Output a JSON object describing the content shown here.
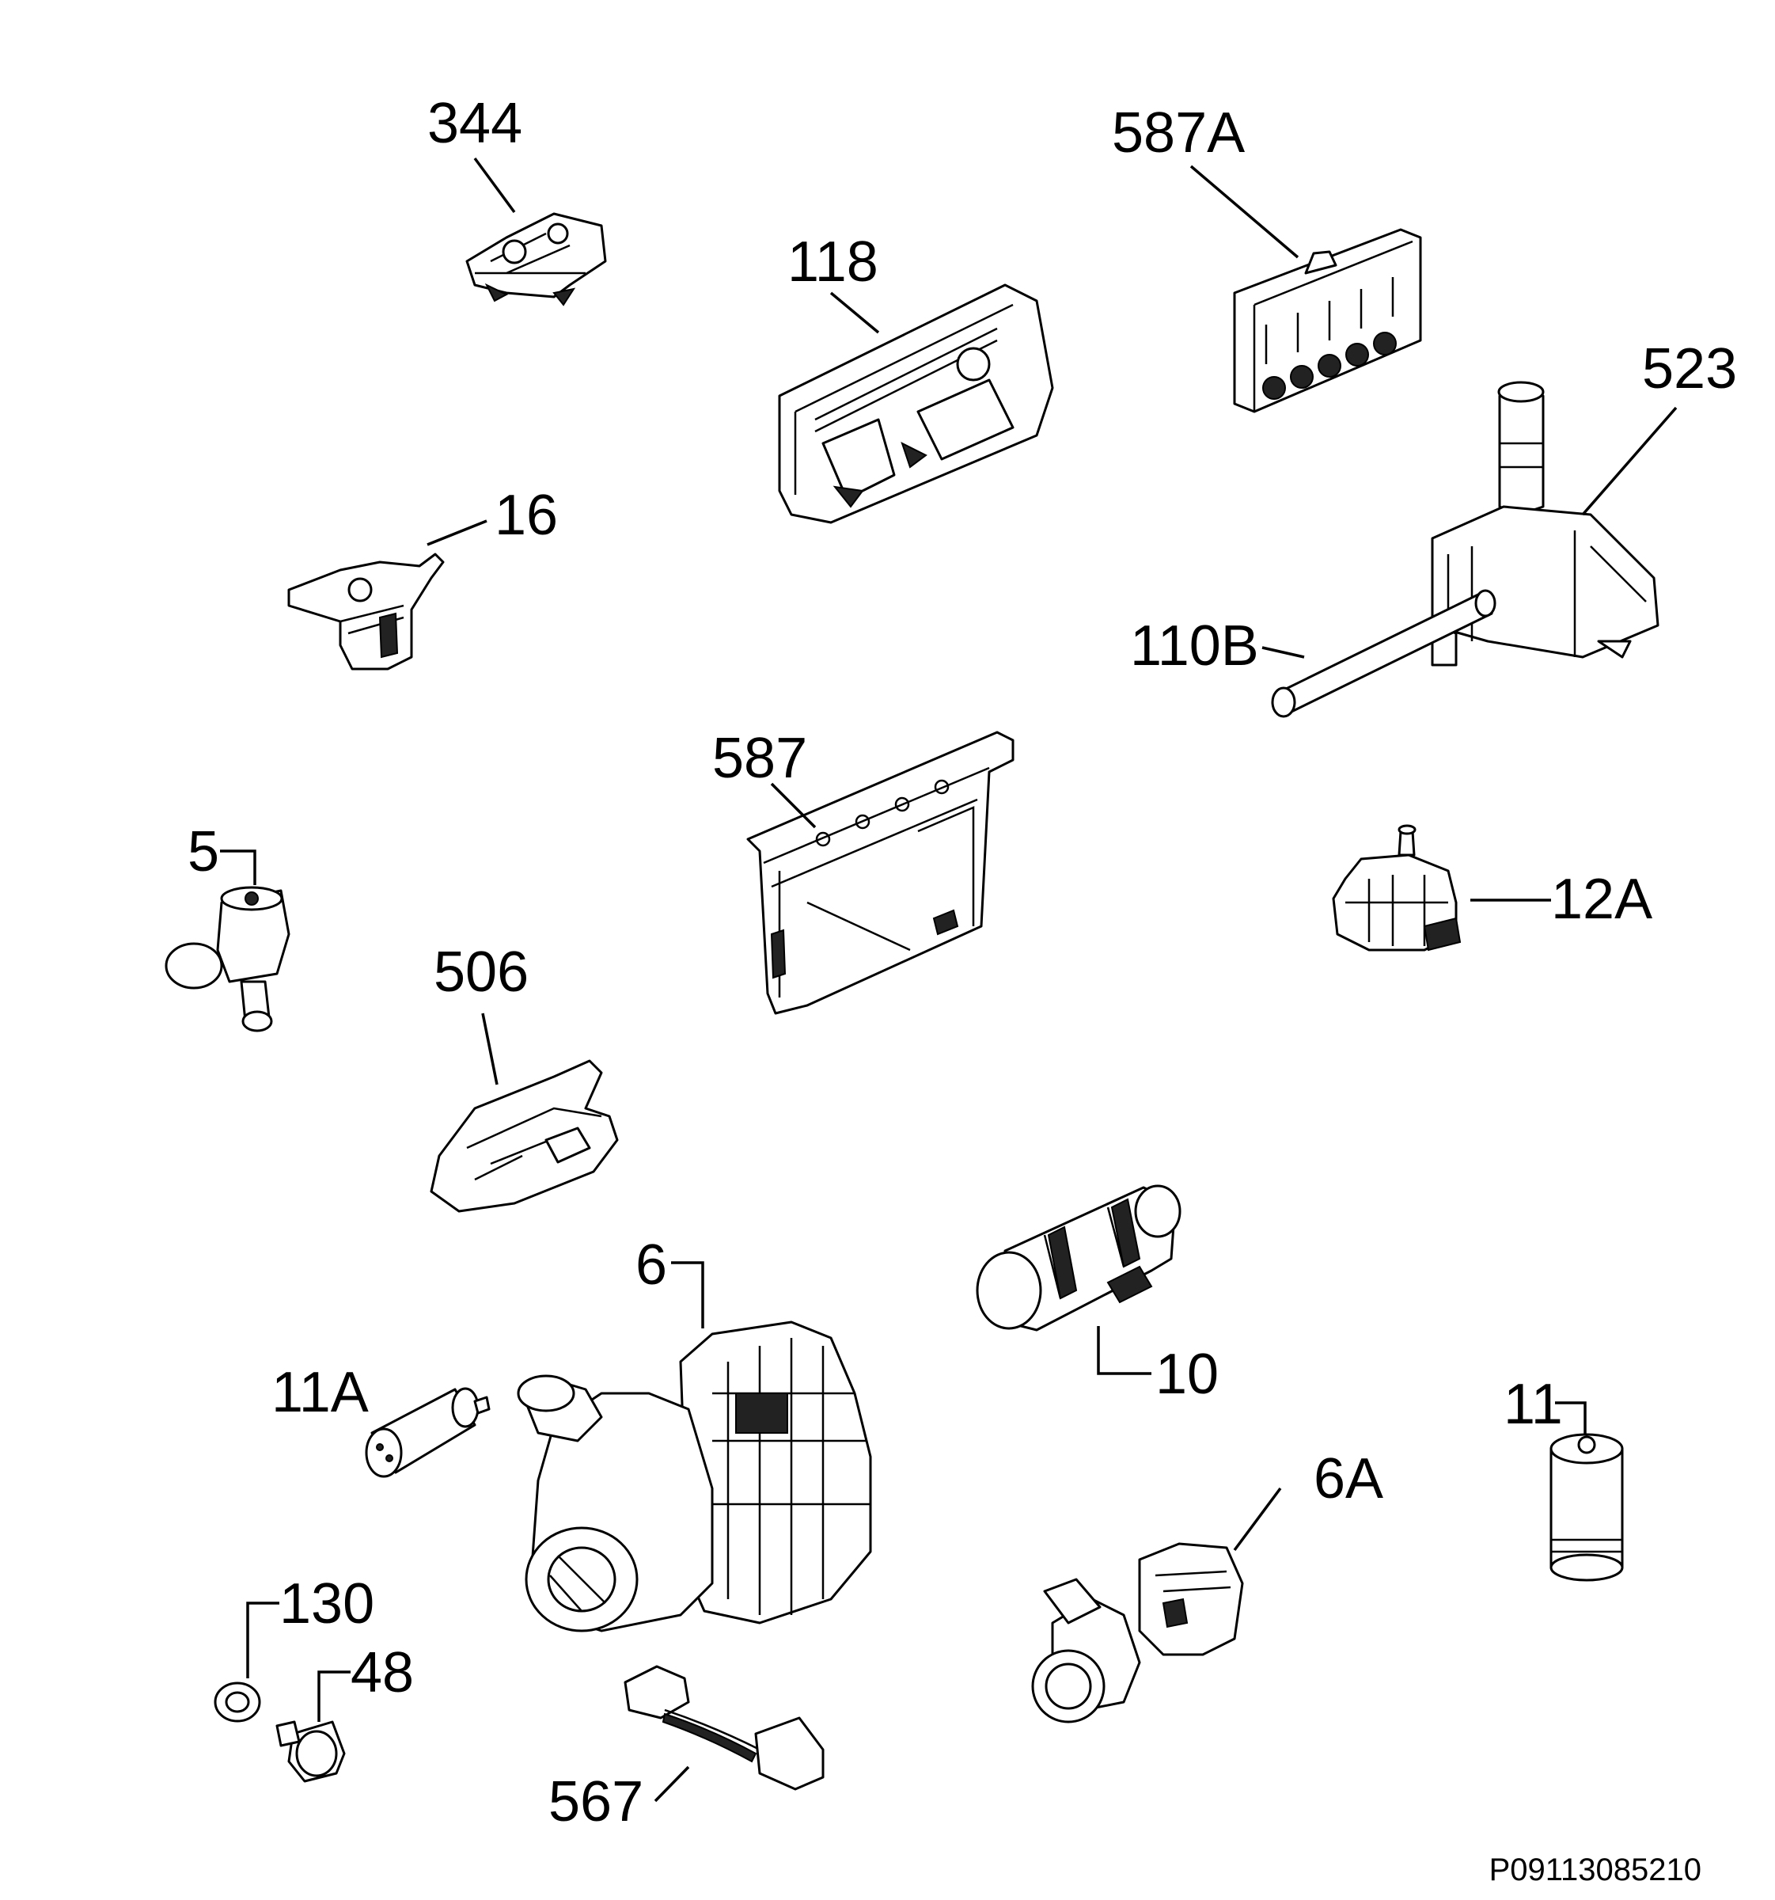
{
  "diagram": {
    "drawing_code": "P09113085210",
    "labels": {
      "p344": "344",
      "p587A": "587A",
      "p118": "118",
      "p523": "523",
      "p16": "16",
      "p110B": "110B",
      "p587": "587",
      "p5": "5",
      "p12A": "12A",
      "p506": "506",
      "p6": "6",
      "p10": "10",
      "p11A": "11A",
      "p11": "11",
      "p6A": "6A",
      "p130": "130",
      "p48": "48",
      "p567": "567"
    }
  }
}
